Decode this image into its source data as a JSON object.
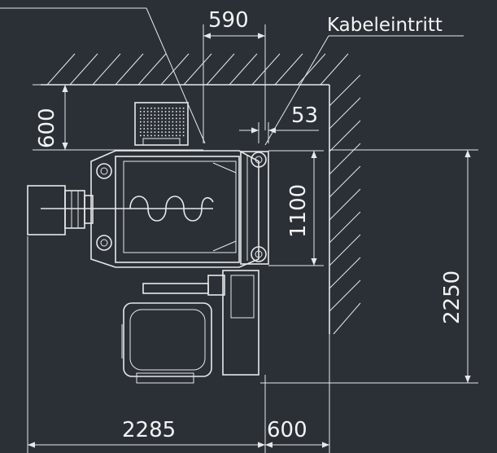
{
  "labels": {
    "cable_entry": "Kabeleintritt"
  },
  "dimensions": {
    "top_clearance_width": "590",
    "wall_clearance_depth": "600",
    "cable_offset": "53",
    "machine_height": "1100",
    "total_height": "2250",
    "total_width": "2285",
    "side_clearance": "600"
  },
  "colors": {
    "background": "#2b3036",
    "lines": "#e6e8ea"
  }
}
